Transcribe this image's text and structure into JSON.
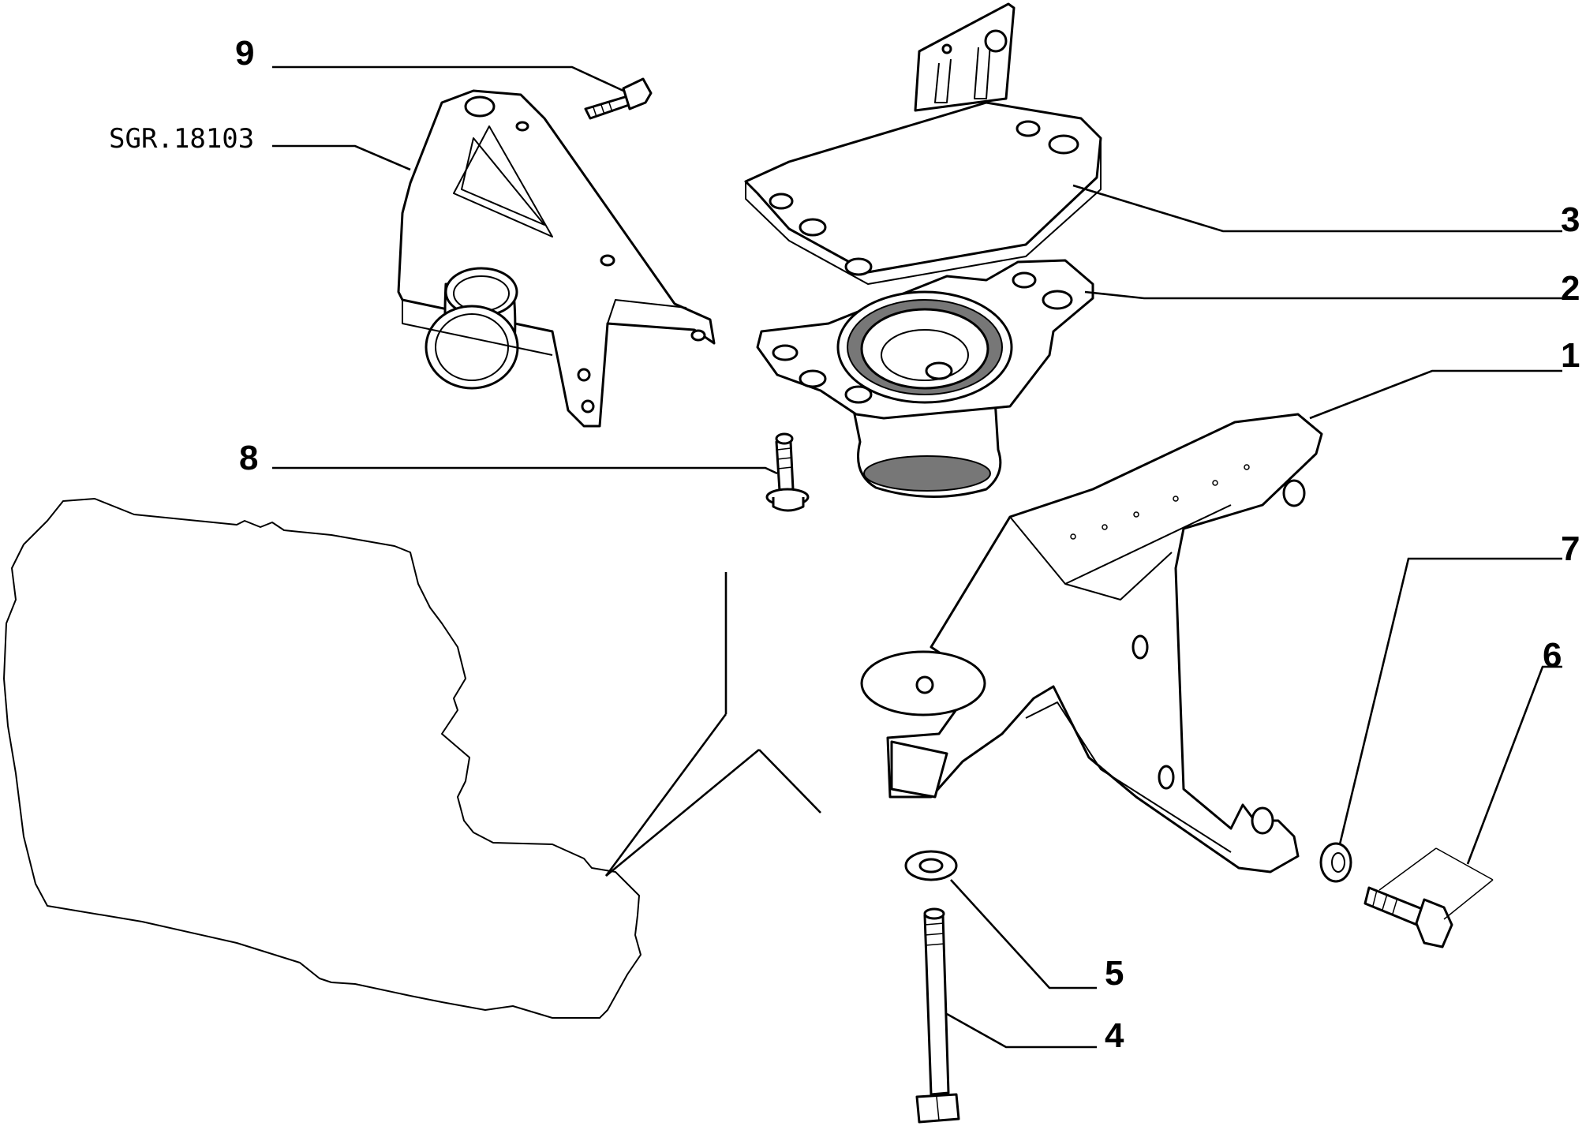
{
  "diagram": {
    "reference_code": "SGR.18103",
    "callouts": [
      {
        "id": "1",
        "text": "1"
      },
      {
        "id": "2",
        "text": "2"
      },
      {
        "id": "3",
        "text": "3"
      },
      {
        "id": "4",
        "text": "4"
      },
      {
        "id": "5",
        "text": "5"
      },
      {
        "id": "6",
        "text": "6"
      },
      {
        "id": "7",
        "text": "7"
      },
      {
        "id": "8",
        "text": "8"
      },
      {
        "id": "9",
        "text": "9"
      }
    ]
  }
}
